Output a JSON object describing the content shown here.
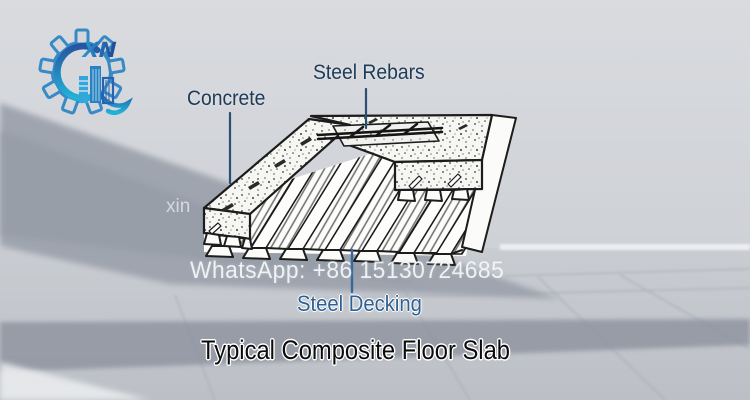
{
  "scene": {
    "wall_color": "#d5d7db",
    "floor_color": "#c8cbd0",
    "shadow_color": "#9da3ad",
    "dark_floor_band_color": "#8d939f"
  },
  "logo": {
    "monogram": "XN",
    "gear_color": "#2e86c5",
    "gradient_start": "#1d4f9e",
    "gradient_end": "#17b2d8"
  },
  "diagram": {
    "line_color": "#1c1c1c",
    "labels": {
      "concrete": "Concrete",
      "steel_rebars": "Steel Rebars",
      "steel_decking": "Steel Decking"
    },
    "label_color": "#1d3a57",
    "decking_label_color": "#2e6092",
    "title": "Typical Composite Floor Slab",
    "title_color": "#0c0c0c"
  },
  "watermarks": {
    "whatsapp": "WhatsApp: +86 15130724685",
    "partial": "xin"
  }
}
